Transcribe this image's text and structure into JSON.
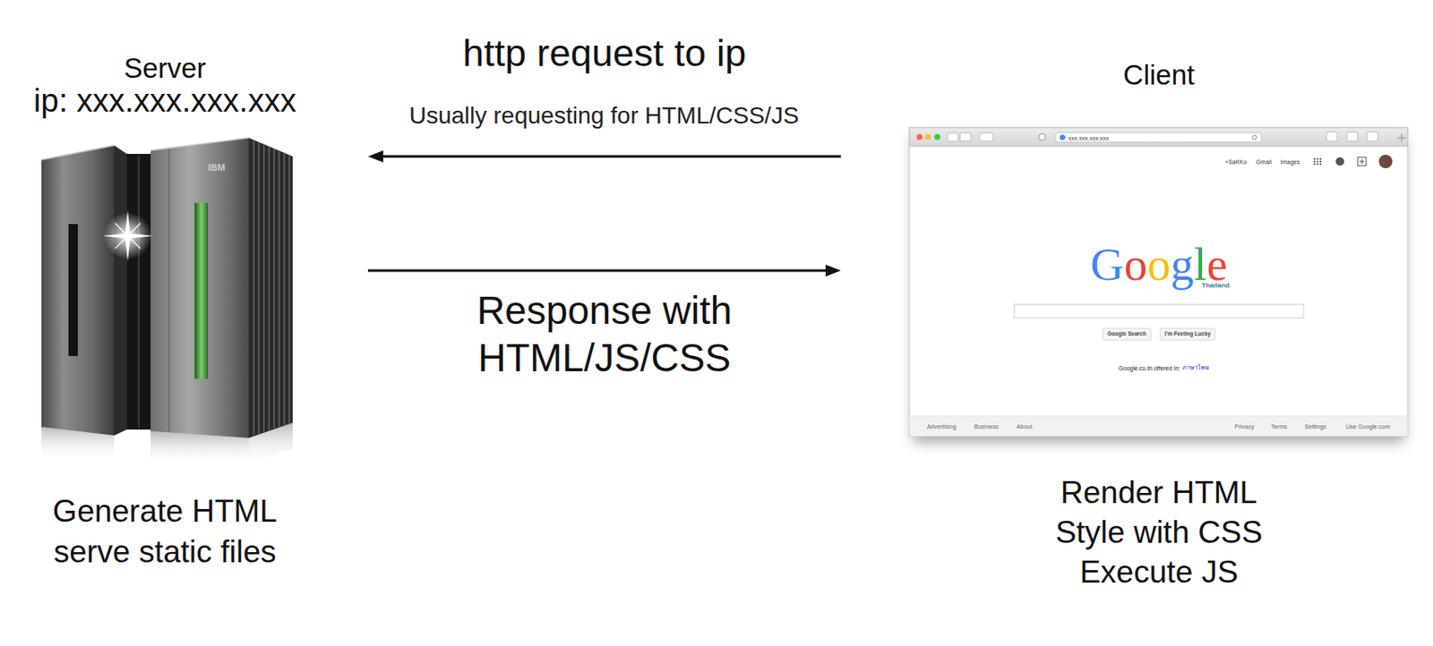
{
  "diagram": {
    "nodes": [
      {
        "text": [
          "Server",
          "ip: xxx.xxx.xxx.xxx",
          "Generate HTML serve static files"
        ]
      },
      {
        "text": [
          "Client",
          "Render HTML Style with CSS Execute JS"
        ]
      }
    ],
    "edges": [
      {
        "from": 1,
        "to": 0,
        "arrow": "to",
        "label": "http request to ip"
      },
      {
        "from": 0,
        "to": 1,
        "arrow": "to",
        "label": "Response with HTML/JS/CSS"
      }
    ],
    "labels": [
      "Usually requesting for HTML/CSS/JS",
      "IBM",
      "xxx.xxx.xxx.xxx",
      "+SaKKo",
      "Gmail",
      "Images",
      "Google",
      "Thailand",
      "Google Search",
      "I'm Feeling Lucky",
      "Google.co.th offered in:",
      "ภาษาไทย",
      "Advertising",
      "Business",
      "About",
      "Privacy",
      "Terms",
      "Settings",
      "Use Google.com"
    ]
  }
}
